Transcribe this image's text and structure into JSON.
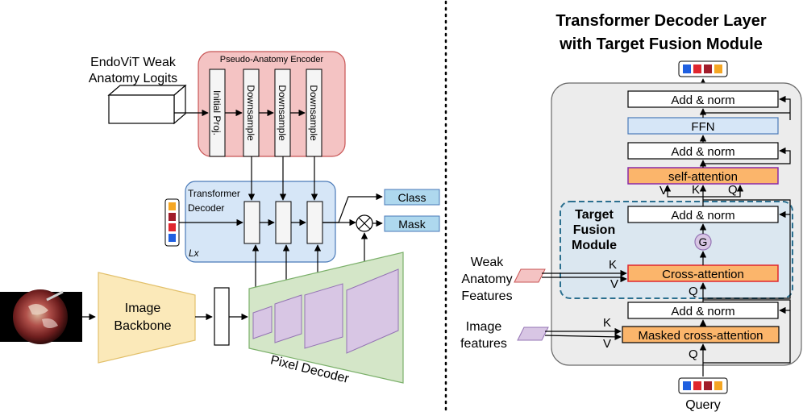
{
  "left": {
    "endovit_label_line1": "EndoViT Weak",
    "endovit_label_line2": "Anatomy Logits",
    "pae_title": "Pseudo-Anatomy Encoder",
    "pae_blocks": [
      "Initial Proj.",
      "Downsample",
      "Downsample",
      "Downsample"
    ],
    "transformer_decoder_line1": "Transformer",
    "transformer_decoder_line2": "Decoder",
    "lx_label": "Lx",
    "class_label": "Class",
    "mask_label": "Mask",
    "multiply_symbol": "⊗",
    "image_backbone_line1": "Image",
    "image_backbone_line2": "Backbone",
    "pixel_decoder_label": "Pixel Decoder",
    "query_colors": [
      "#f5a623",
      "#a01c2a",
      "#e0262e",
      "#1f5fe0"
    ]
  },
  "right": {
    "title_line1": "Transformer Decoder Layer",
    "title_line2": "with Target Fusion Module",
    "output_colors": [
      "#1f5fe0",
      "#e0262e",
      "#a01c2a",
      "#f5a623"
    ],
    "input_colors": [
      "#1f5fe0",
      "#e0262e",
      "#a01c2a",
      "#f5a623"
    ],
    "blocks": {
      "add_norm_top": "Add & norm",
      "ffn": "FFN",
      "add_norm_2": "Add & norm",
      "self_attention": "self-attention",
      "add_norm_3": "Add & norm",
      "gate": "G",
      "cross_attention": "Cross-attention",
      "add_norm_4": "Add & norm",
      "masked_cross_attention": "Masked cross-attention"
    },
    "tfm_line1": "Target",
    "tfm_line2": "Fusion",
    "tfm_line3": "Module",
    "weak_line1": "Weak",
    "weak_line2": "Anatomy",
    "weak_line3": "Features",
    "image_line1": "Image",
    "image_line2": "features",
    "query_label": "Query",
    "v_label": "V",
    "k_label": "K",
    "q_label": "Q"
  }
}
